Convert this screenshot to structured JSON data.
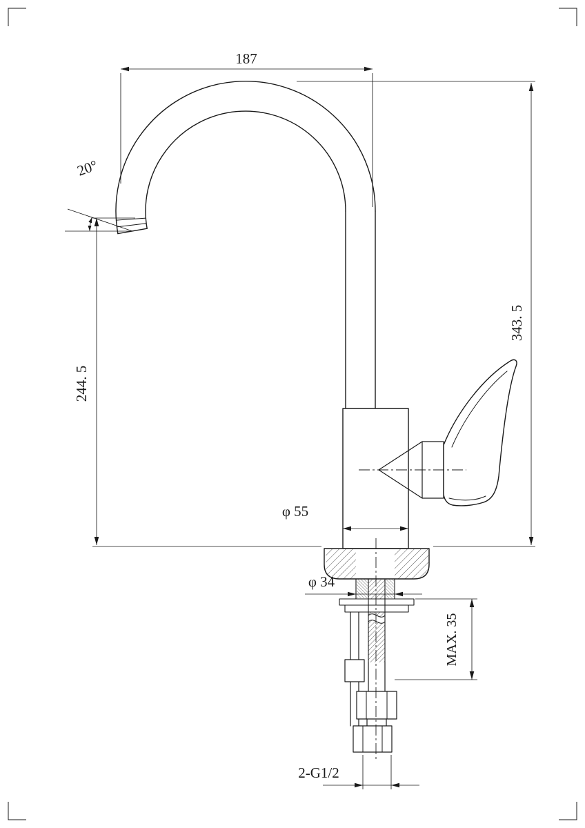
{
  "page": {
    "background": "#ffffff",
    "line_color": "#1a1a1a"
  },
  "dimensions": {
    "top_width": "187",
    "spout_angle": "20°",
    "left_height": "244. 5",
    "right_height": "343. 5",
    "body_diameter": "φ 55",
    "shank_diameter": "φ 34",
    "max_mounting": "MAX. 35",
    "thread": "2-G1/2"
  }
}
